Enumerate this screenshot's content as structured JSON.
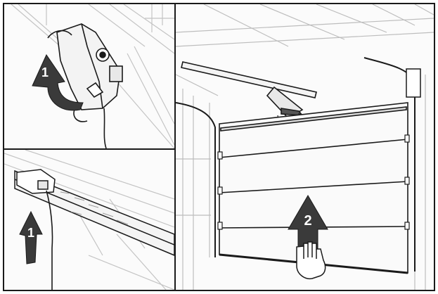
{
  "figure": {
    "panels": [
      {
        "id": "panel-1",
        "step_label": "1"
      },
      {
        "id": "panel-2",
        "step_label": "1"
      },
      {
        "id": "panel-3",
        "step_label": "2"
      }
    ],
    "colors": {
      "line": "#1a1a1a",
      "light_line": "#bdbdbd",
      "arrow": "#3a3a3a",
      "paper": "#ffffff"
    }
  }
}
